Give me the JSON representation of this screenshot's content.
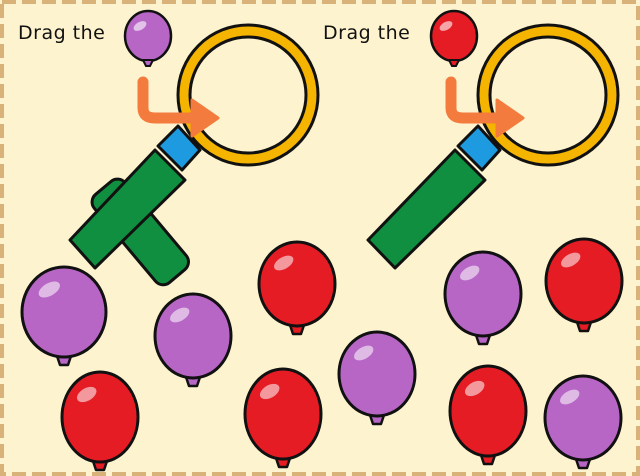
{
  "instructions": [
    {
      "text": "Drag the",
      "target_color": "purple"
    },
    {
      "text": "Drag the",
      "target_color": "red"
    }
  ],
  "colors": {
    "purple": "#b766c6",
    "purple_dark": "#8d3fa0",
    "red": "#e51c24",
    "red_dark": "#b10f16",
    "background": "#fdf3cf",
    "frame": "#d9b27a",
    "magnifier_rim": "#f5b400",
    "magnifier_handle": "#0f8f3f",
    "magnifier_collar": "#1e9be0",
    "arrow": "#f47b3e"
  },
  "icons": [
    "magnifying-glass-icon",
    "balloon-icon",
    "curved-arrow-icon"
  ],
  "balloons": [
    {
      "color": "purple"
    },
    {
      "color": "purple"
    },
    {
      "color": "red"
    },
    {
      "color": "red"
    },
    {
      "color": "purple"
    },
    {
      "color": "red"
    },
    {
      "color": "purple"
    },
    {
      "color": "red"
    },
    {
      "color": "red"
    },
    {
      "color": "purple"
    }
  ]
}
